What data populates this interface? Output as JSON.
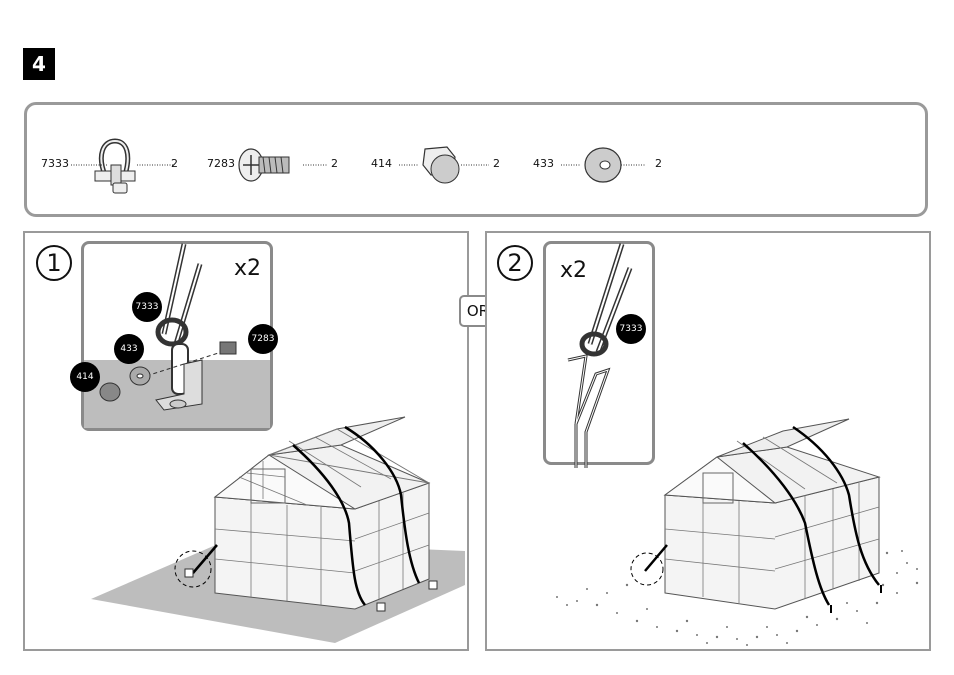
{
  "step": "4",
  "parts": [
    {
      "code": "7333",
      "qty": "2",
      "icon": "cable-clamp-icon"
    },
    {
      "code": "7283",
      "qty": "2",
      "icon": "screw-icon"
    },
    {
      "code": "414",
      "qty": "2",
      "icon": "cap-nut-icon"
    },
    {
      "code": "433",
      "qty": "2",
      "icon": "washer-icon"
    }
  ],
  "option1": {
    "number": "1",
    "multiplier": "x2",
    "tags": [
      "7333",
      "433",
      "7283",
      "414"
    ]
  },
  "separator": "OR",
  "option2": {
    "number": "2",
    "multiplier": "x2",
    "tags": [
      "7333"
    ]
  }
}
